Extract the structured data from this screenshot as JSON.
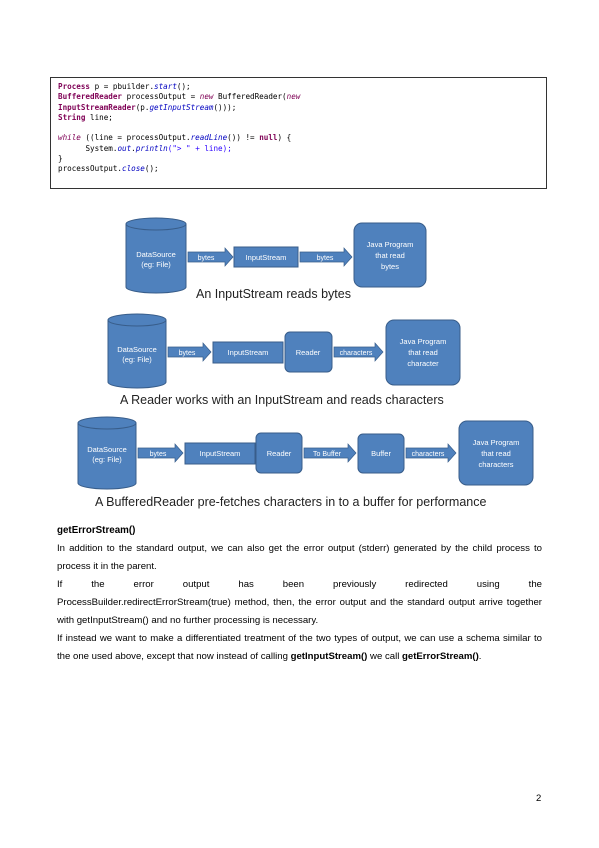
{
  "code": {
    "line1": {
      "t1": "Process",
      "t2": " p = pbuilder.",
      "t3": "start",
      "t4": "();"
    },
    "line2": {
      "t1": "BufferedReader",
      "t2": " processOutput = ",
      "t3": "new",
      "t4": " BufferedReader(",
      "t5": "new"
    },
    "line3": {
      "t1": "InputStreamReader",
      "t2": "(p.",
      "t3": "getInputStream",
      "t4": "()));"
    },
    "line4": {
      "t1": "String",
      "t2": " line;"
    },
    "line6": {
      "t1": "while",
      "t2": " ((line = processOutput.",
      "t3": "readLine",
      "t4": "()) != ",
      "t5": "null",
      "t6": ") {"
    },
    "line7": {
      "t1": "System.",
      "t2": "out",
      "t3": ".",
      "t4": "println",
      "t5": "(\"> \" + line);"
    },
    "line8": {
      "t1": "}"
    },
    "line9": {
      "t1": "processOutput.",
      "t2": "close",
      "t3": "();"
    }
  },
  "diagrams": {
    "d1": {
      "datasource": [
        "DataSource",
        "(eg: File)"
      ],
      "arrow1": "bytes",
      "box1": "InputStream",
      "arrow2": "bytes",
      "program": [
        "Java Program",
        "that read",
        "bytes"
      ],
      "caption": "An InputStream reads bytes"
    },
    "d2": {
      "datasource": [
        "DataSource",
        "(eg: File)"
      ],
      "arrow1": "bytes",
      "box1": "InputStream",
      "box2": "Reader",
      "arrow3": "characters",
      "program": [
        "Java Program",
        "that read",
        "character"
      ],
      "caption": "A Reader works with an InputStream and reads characters"
    },
    "d3": {
      "datasource": [
        "DataSource",
        "(eg: File)"
      ],
      "arrow1": "bytes",
      "box1": "InputStream",
      "box2": "Reader",
      "arrow3": "To Buffer",
      "box3": "Buffer",
      "arrow4": "characters",
      "program": [
        "Java Program",
        "that read",
        "characters"
      ],
      "caption": "A BufferedReader pre-fetches characters in to a buffer for performance"
    }
  },
  "text": {
    "heading": "getErrorStream()",
    "p1": "In addition to the standard output, we can also get the error output (stderr) generated by the child process to process it in the parent.",
    "p2_line1": "If the error output has been previously redirected using the",
    "p2_rest": "ProcessBuilder.redirectErrorStream(true) method, then, the error output and the standard output arrive together with getInputStream() and no further processing is necessary.",
    "p3_a": "If instead we want to make a differentiated treatment of the two types of output, we can use a schema similar to the one used above, except that now instead of calling ",
    "p3_b": "getInputStream()",
    "p3_c": " we call ",
    "p3_d": "getErrorStream()",
    "p3_e": "."
  },
  "page_number": "2",
  "colors": {
    "box_fill": "#4f81bd",
    "box_stroke": "#385d8a",
    "text_on_box": "#ffffff"
  }
}
